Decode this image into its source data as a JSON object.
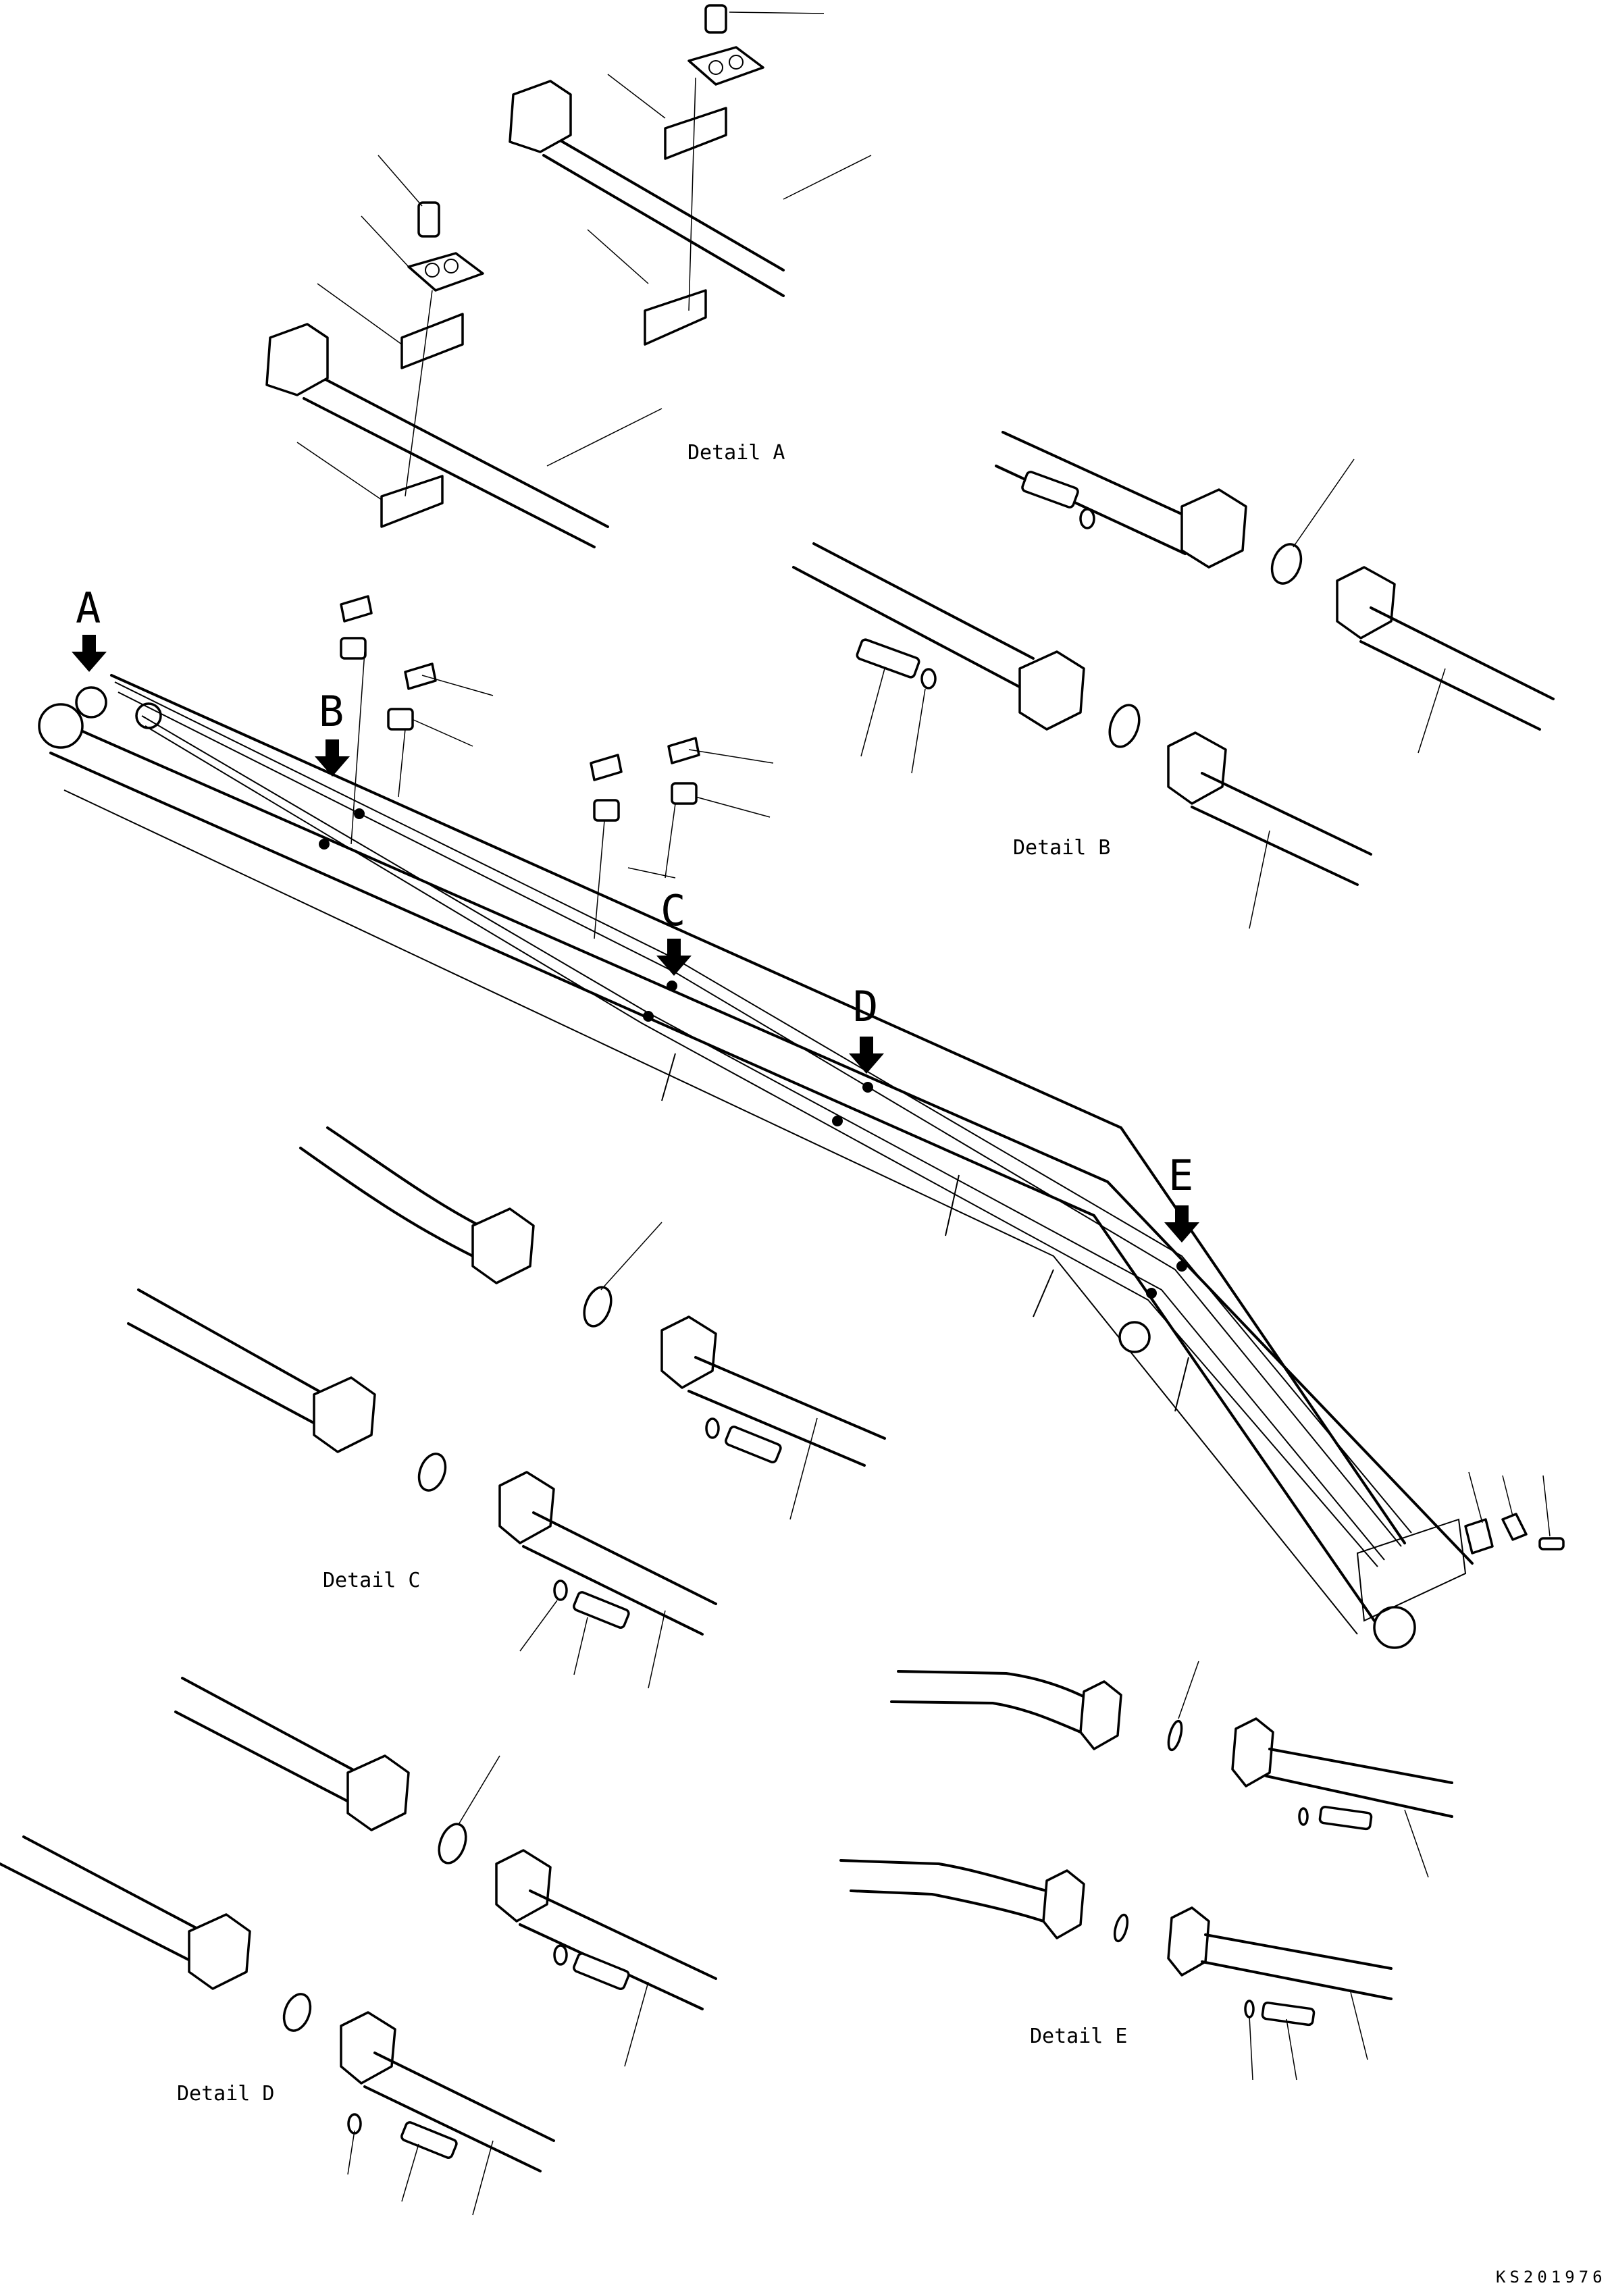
{
  "callouts": {
    "a": "A",
    "b": "B",
    "c": "C",
    "d": "D",
    "e": "E"
  },
  "details": {
    "a": "Detail A",
    "b": "Detail B",
    "c": "Detail C",
    "d": "Detail D",
    "e": "Detail E"
  },
  "drawing_code": "KS201976"
}
